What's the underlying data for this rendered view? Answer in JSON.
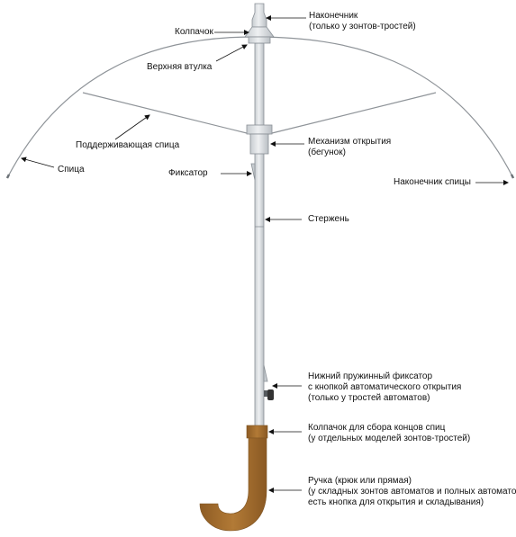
{
  "labels": {
    "tip": [
      "Наконечник",
      "(только у зонтов-тростей)"
    ],
    "cap": "Колпачок",
    "top_hub": "Верхняя втулка",
    "stretcher": "Поддерживающая спица",
    "rib": "Спица",
    "mechanism": [
      "Механизм открытия",
      "(бегунок)"
    ],
    "latch": "Фиксатор",
    "rib_tip": "Наконечник спицы",
    "shaft": "Стержень",
    "lower_spring": [
      "Нижний пружинный фиксатор",
      "с кнопкой автоматического открытия",
      "(только у тростей автоматов)"
    ],
    "ferrule_cap": [
      "Колпачок для сбора концов спиц",
      "(у отдельных моделей зонтов-тростей)"
    ],
    "handle": [
      "Ручка (крюк или прямая)",
      "(у складных зонтов автоматов и полных автоматов",
      "есть кнопка для открытия и складывания)"
    ]
  },
  "colors": {
    "shaft_fill": "#d9dde0",
    "shaft_stroke": "#8a9096",
    "rib_line": "#8f9499",
    "handle": "#a8702e",
    "handle_dark": "#7e5422",
    "button": "#333333",
    "arrow": "#111111"
  }
}
